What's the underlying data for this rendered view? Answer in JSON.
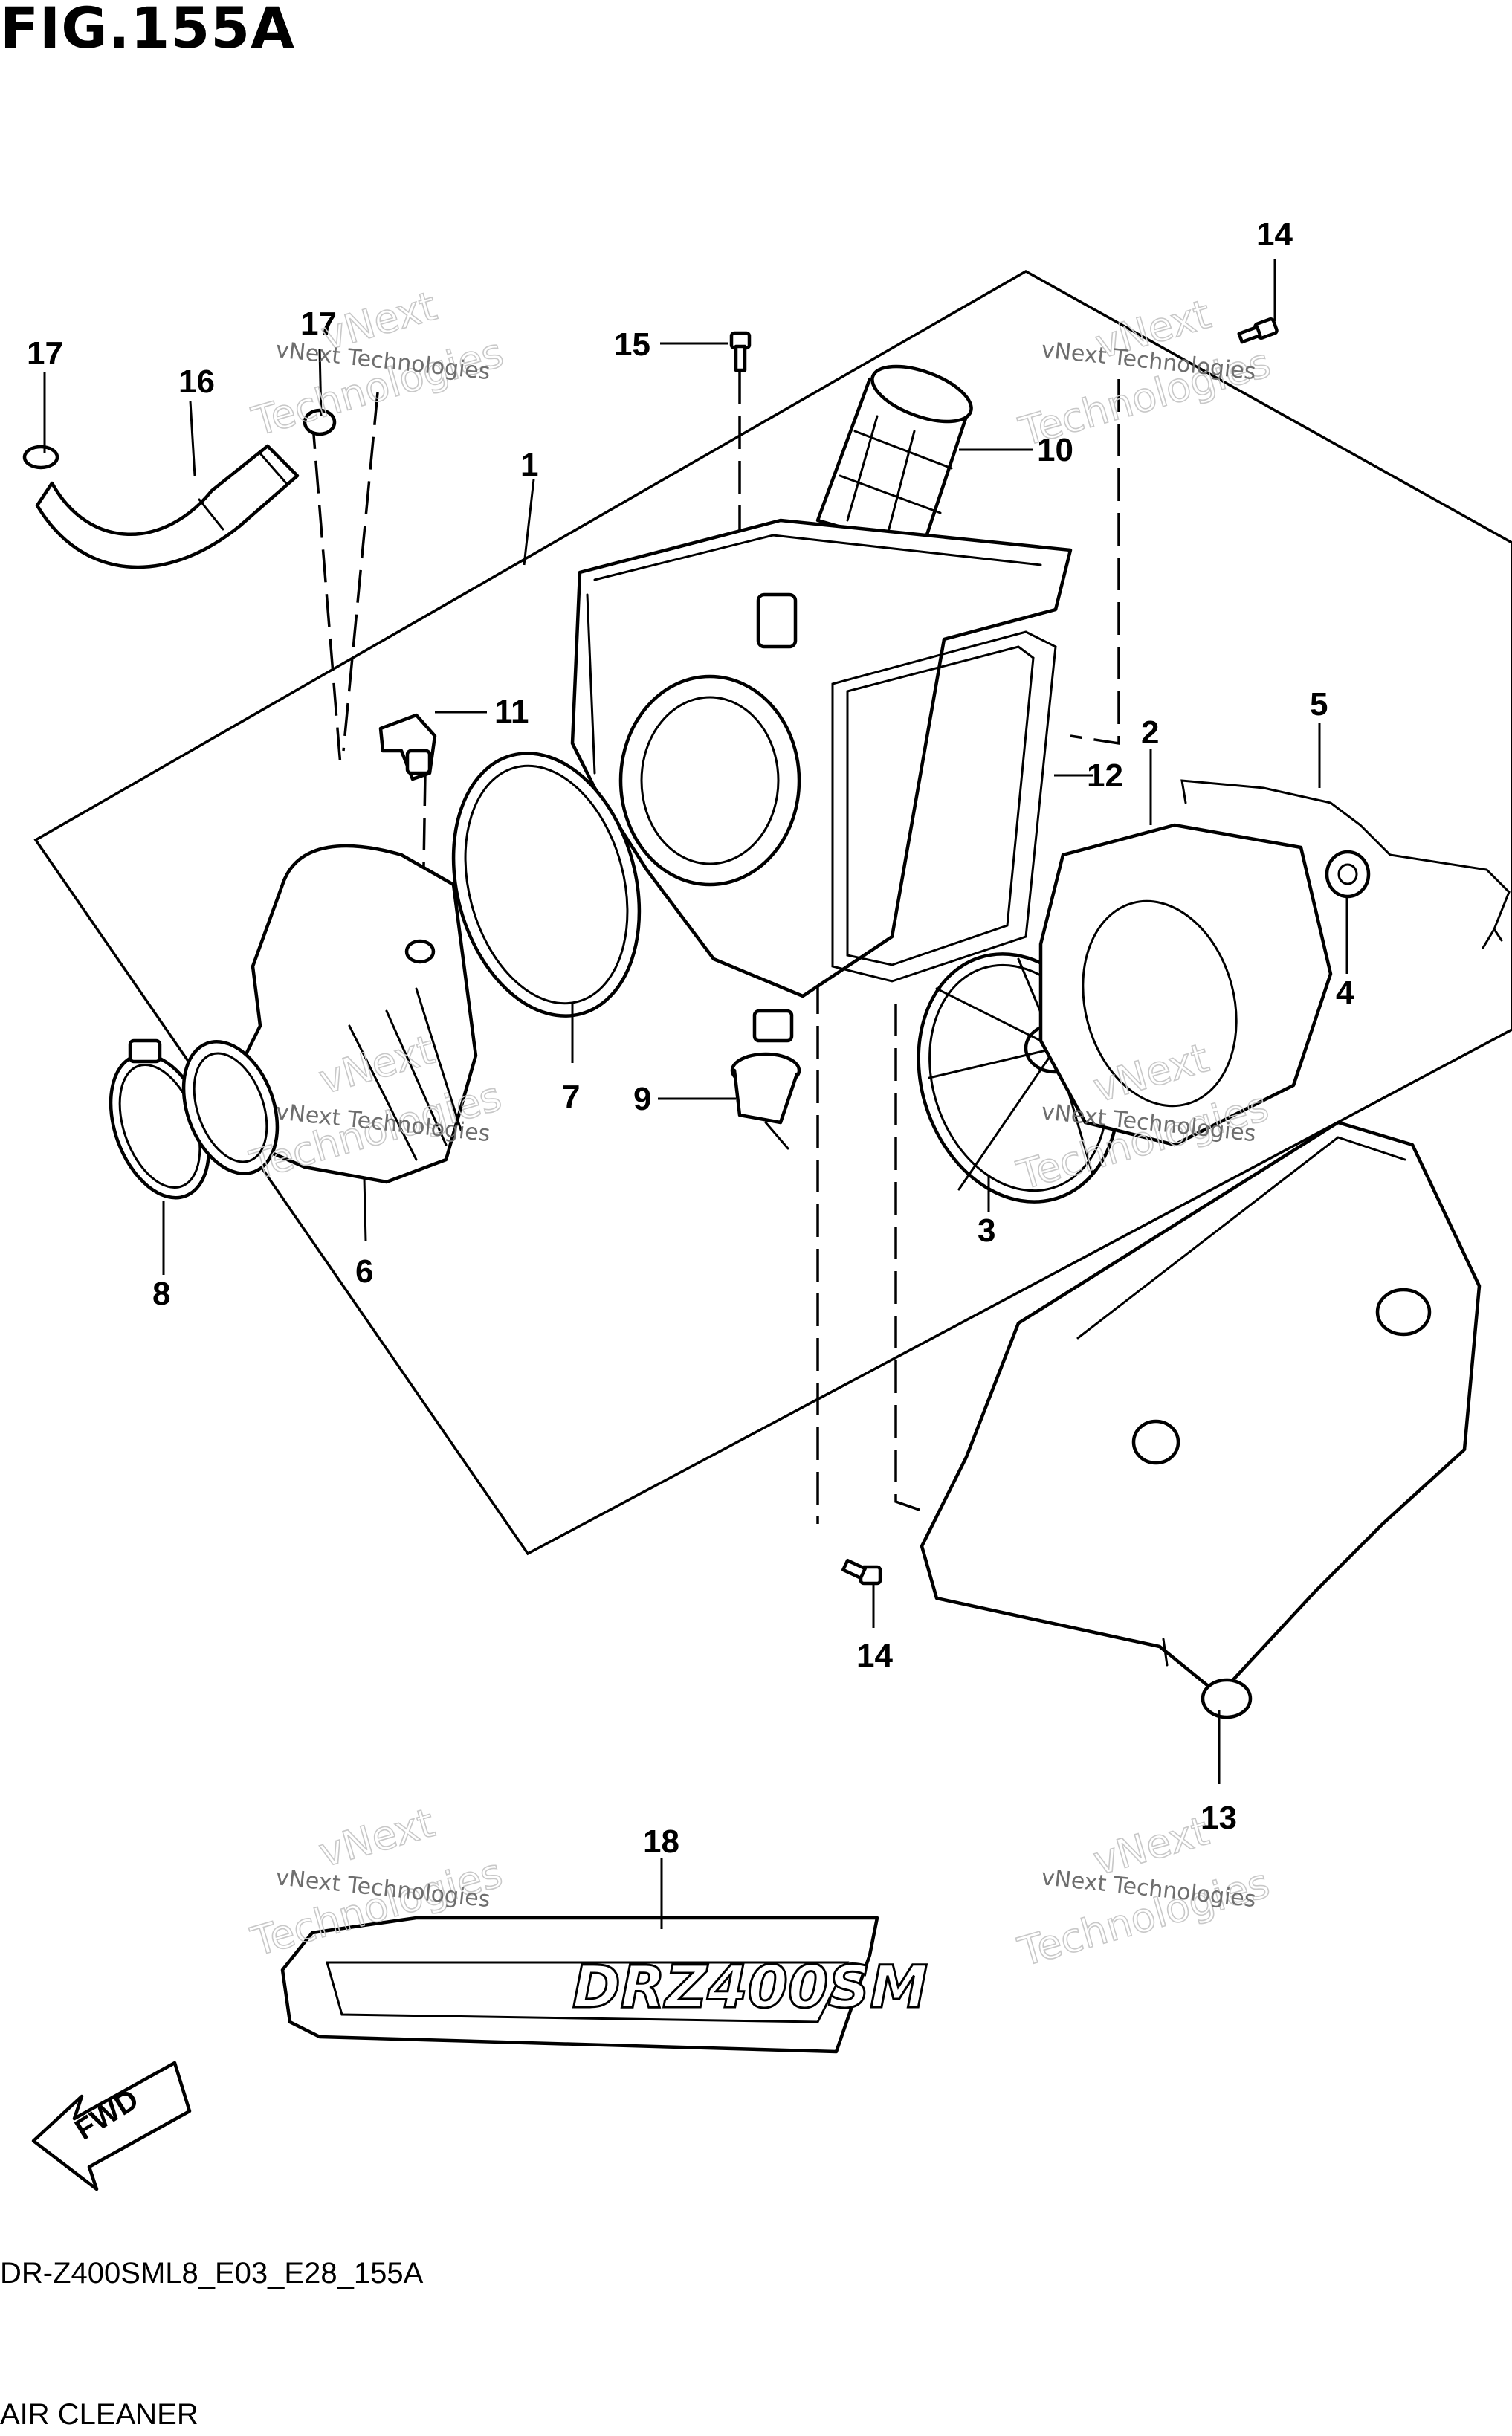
{
  "figure": {
    "title": "FIG.155A",
    "model_code": "DR-Z400SML8_E03_E28_155A",
    "section_name": "AIR CLEANER"
  },
  "callouts": {
    "c1": "1",
    "c2": "2",
    "c3": "3",
    "c4": "4",
    "c5": "5",
    "c6": "6",
    "c7": "7",
    "c8": "8",
    "c9": "9",
    "c10": "10",
    "c11": "11",
    "c12": "12",
    "c13": "13",
    "c14a": "14",
    "c14b": "14",
    "c15": "15",
    "c16": "16",
    "c17a": "17",
    "c17b": "17",
    "c18": "18"
  },
  "watermark": {
    "line1": "vNext Technologies",
    "line2": "vNext",
    "line3": "Technologies"
  },
  "decal_text": "DRZ400SM",
  "fwd_label": "FWD",
  "colors": {
    "ink": "#000000",
    "background": "#ffffff",
    "watermark": "#c8c8c8"
  }
}
